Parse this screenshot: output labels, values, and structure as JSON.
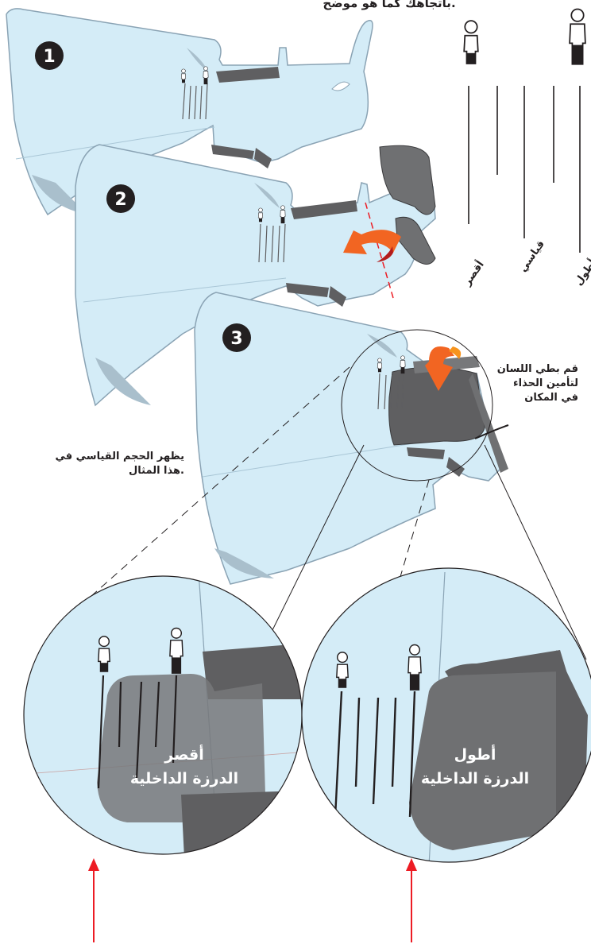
{
  "header_text": "باتجاهك كما هو موضح.",
  "steps": [
    {
      "number": "1"
    },
    {
      "number": "2"
    },
    {
      "number": "3"
    }
  ],
  "height_scale": {
    "labels": [
      "أقصر",
      "قياسي",
      "أطول"
    ]
  },
  "tongue_instruction": [
    "قم بطي اللسان",
    "لتأمين الحذاء",
    "في المكان"
  ],
  "standard_note": [
    "يظهر الحجم القياسي في",
    "هذا المثال."
  ],
  "zoom_left": {
    "line1": "أقصر",
    "line2": "الدرزة الداخلية"
  },
  "zoom_right": {
    "line1": "أطول",
    "line2": "الدرزة الداخلية"
  },
  "colors": {
    "pattern_fill": "#d4ecf7",
    "pattern_stroke": "#8aa3b4",
    "shoe_dark": "#5f5f61",
    "shoe_mid": "#77787a",
    "arrow_orange": "#f26522",
    "arrow_red": "#ed1c24",
    "badge": "#231f20"
  },
  "icons": [
    "person-short-icon",
    "person-tall-icon",
    "curved-arrow-icon",
    "fold-down-arrow-icon",
    "up-arrow-icon"
  ]
}
